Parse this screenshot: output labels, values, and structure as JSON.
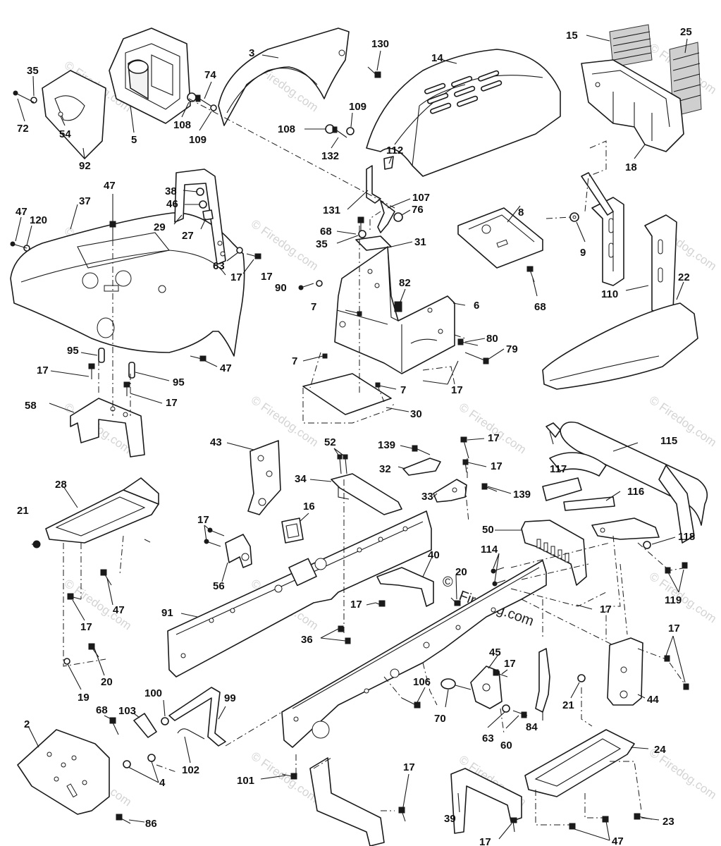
{
  "callouts": {
    "c2": "2",
    "c3": "3",
    "c4": "4",
    "c5": "5",
    "c6": "6",
    "c7a": "7",
    "c7b": "7",
    "c7c": "7",
    "c8": "8",
    "c9": "9",
    "c14": "14",
    "c15": "15",
    "c16": "16",
    "c17a": "17",
    "c17b": "17",
    "c17c": "17",
    "c17d": "17",
    "c17e": "17",
    "c17f": "17",
    "c17g": "17",
    "c17h": "17",
    "c17i": "17",
    "c17j": "17",
    "c17k": "17",
    "c17l": "17",
    "c17m": "17",
    "c17n": "17",
    "c17o": "17",
    "c18": "18",
    "c19": "19",
    "c20a": "20",
    "c20b": "20",
    "c21a": "21",
    "c21b": "21",
    "c22": "22",
    "c23": "23",
    "c24": "24",
    "c25": "25",
    "c27": "27",
    "c28": "28",
    "c29": "29",
    "c30": "30",
    "c31": "31",
    "c32": "32",
    "c33": "33",
    "c34": "34",
    "c35a": "35",
    "c35b": "35",
    "c36": "36",
    "c37": "37",
    "c38": "38",
    "c39": "39",
    "c40": "40",
    "c43": "43",
    "c44": "44",
    "c45": "45",
    "c46": "46",
    "c47a": "47",
    "c47b": "47",
    "c47c": "47",
    "c47d": "47",
    "c47e": "47",
    "c50": "50",
    "c52": "52",
    "c54": "54",
    "c56": "56",
    "c58": "58",
    "c60": "60",
    "c63a": "63",
    "c63b": "63",
    "c68a": "68",
    "c68b": "68",
    "c68c": "68",
    "c70": "70",
    "c72": "72",
    "c74": "74",
    "c76": "76",
    "c79": "79",
    "c80": "80",
    "c82": "82",
    "c84": "84",
    "c86": "86",
    "c90": "90",
    "c91": "91",
    "c92": "92",
    "c95a": "95",
    "c95b": "95",
    "c99": "99",
    "c100": "100",
    "c101": "101",
    "c102": "102",
    "c103": "103",
    "c106": "106",
    "c107": "107",
    "c108a": "108",
    "c108b": "108",
    "c109a": "109",
    "c109b": "109",
    "c110": "110",
    "c112": "112",
    "c114": "114",
    "c115": "115",
    "c116": "116",
    "c117": "117",
    "c118": "118",
    "c119": "119",
    "c120": "120",
    "c130": "130",
    "c131": "131",
    "c132": "132",
    "c139a": "139",
    "c139b": "139"
  },
  "watermark": {
    "text": "© Firedog.com",
    "brand_text": "Firedog.com",
    "copyright": "©"
  }
}
